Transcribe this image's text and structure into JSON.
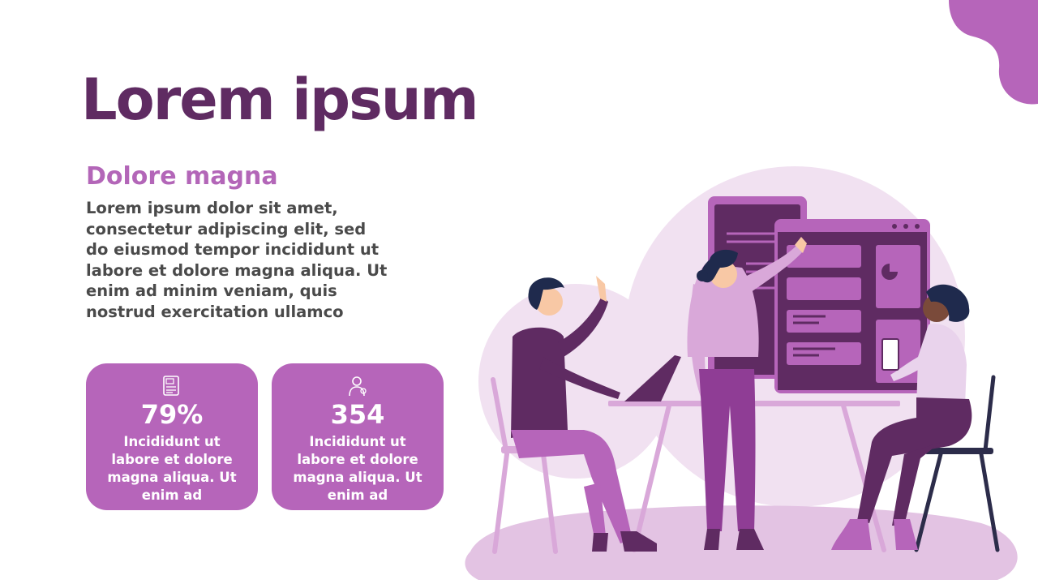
{
  "slide": {
    "title": "Lorem ipsum",
    "subtitle": "Dolore magna",
    "body": "Lorem ipsum dolor sit amet, consectetur adipiscing elit, sed do eiusmod tempor incididunt ut labore et dolore magna aliqua. Ut enim ad minim veniam, quis nostrud exercitation ullamco"
  },
  "stats": [
    {
      "icon": "document-icon",
      "value": "79%",
      "description": "Incididunt ut labore et dolore magna aliqua. Ut enim ad"
    },
    {
      "icon": "person-icon",
      "value": "354",
      "description": "Incididunt ut labore et dolore magna aliqua. Ut enim ad"
    }
  ],
  "colors": {
    "title": "#5f2b62",
    "subtitle": "#b366b8",
    "card": "#b665ba",
    "accent_light": "#f1e1f1",
    "accent_dark": "#5f2b62"
  }
}
